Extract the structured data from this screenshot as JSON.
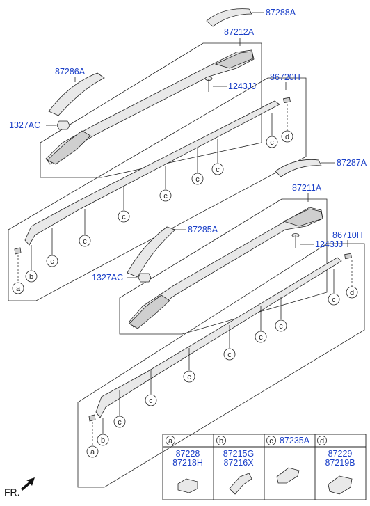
{
  "front_label": "FR.",
  "upper_assembly": {
    "rail_cover_rear": "87288A",
    "rail_assy": "87212A",
    "rail_cover_front": "87286A",
    "bolt": "1243JJ",
    "nut": "1327AC",
    "molding": "86720H"
  },
  "lower_assembly": {
    "rail_cover_rear": "87287A",
    "rail_assy": "87211A",
    "rail_cover_front": "87285A",
    "bolt": "1243JJ",
    "nut": "1327AC",
    "molding": "86710H"
  },
  "callout_letters": {
    "a": "a",
    "b": "b",
    "c": "c",
    "d": "d"
  },
  "legend_table": {
    "col_a": {
      "letter": "a",
      "parts": [
        "87228",
        "87218H"
      ]
    },
    "col_b": {
      "letter": "b",
      "parts": [
        "87215G",
        "87216X"
      ]
    },
    "col_c": {
      "letter": "c",
      "parts": [
        "87235A"
      ]
    },
    "col_d": {
      "letter": "d",
      "parts": [
        "87229",
        "87219B"
      ]
    }
  }
}
